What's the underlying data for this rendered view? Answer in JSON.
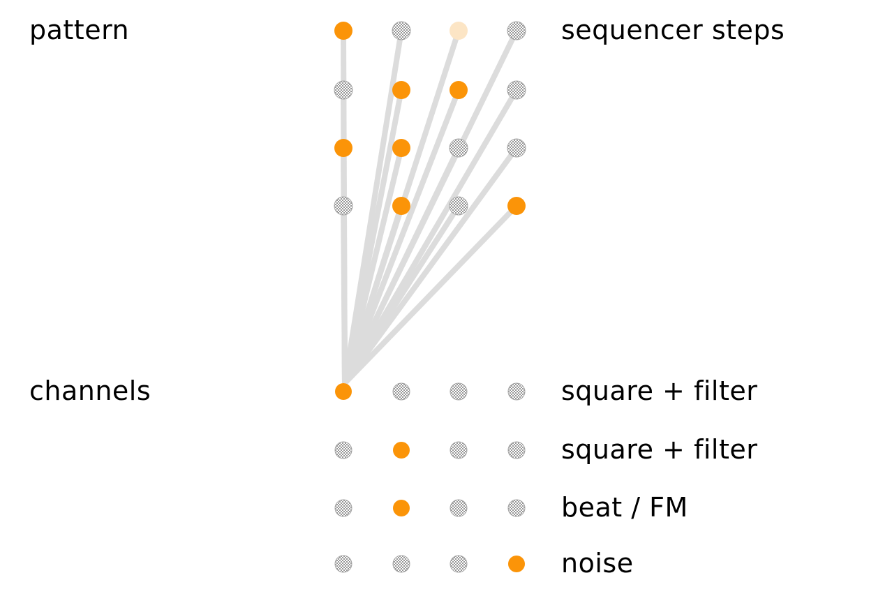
{
  "labels": {
    "pattern": "pattern",
    "sequencer_steps": "sequencer steps",
    "channels": "channels"
  },
  "colors": {
    "background": "#ffffff",
    "text": "#000000",
    "active": "#FB9408",
    "active_faded": "#FCE5C5",
    "inactive_hatch": "#969696",
    "dot_border": "#A3A3A3",
    "connector": "#DCDCDC"
  },
  "pattern_grid": {
    "cells": [
      [
        "on",
        "off",
        "current",
        "off"
      ],
      [
        "off",
        "on",
        "on",
        "off"
      ],
      [
        "on",
        "on",
        "off",
        "off"
      ],
      [
        "off",
        "on",
        "off",
        "on"
      ]
    ]
  },
  "channel_grid": {
    "rows": [
      {
        "label": "square + filter",
        "cells": [
          "on",
          "off",
          "off",
          "off"
        ]
      },
      {
        "label": "square + filter",
        "cells": [
          "off",
          "on",
          "off",
          "off"
        ]
      },
      {
        "label": "beat / FM",
        "cells": [
          "off",
          "on",
          "off",
          "off"
        ]
      },
      {
        "label": "noise",
        "cells": [
          "off",
          "off",
          "off",
          "on"
        ]
      }
    ]
  },
  "connections": {
    "target_channel_row": 0,
    "target_step_col": 0
  }
}
